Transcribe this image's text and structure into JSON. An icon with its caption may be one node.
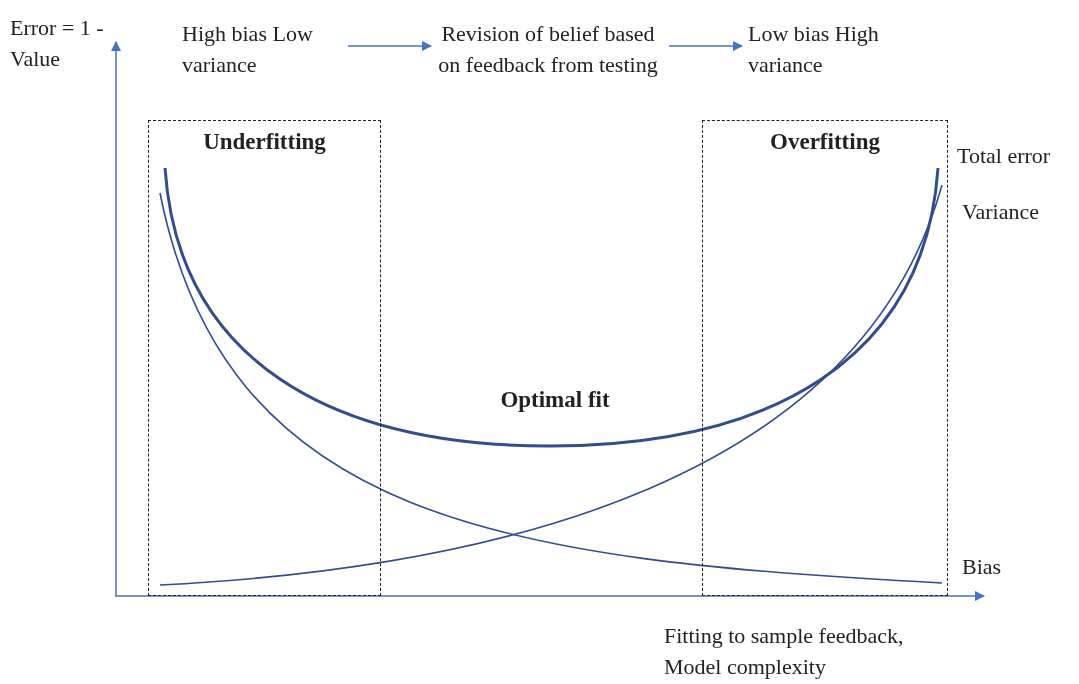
{
  "diagram": {
    "nodes": [
      {
        "text": [
          "High bias Low variance"
        ]
      },
      {
        "text": [
          "Revision of belief based on feedback from testing"
        ]
      },
      {
        "text": [
          "Low bias High variance"
        ]
      },
      {
        "text": [
          "Underfitting"
        ]
      },
      {
        "text": [
          "Overfitting"
        ]
      }
    ],
    "edges": [
      {
        "from": 0,
        "to": 1,
        "arrow": "to"
      },
      {
        "from": 1,
        "to": 2,
        "arrow": "to"
      }
    ],
    "labels": [
      "Error = 1 - Value",
      "Total error",
      "Variance",
      "Optimal fit",
      "Bias",
      "Fitting to sample feedback, Model complexity"
    ]
  }
}
